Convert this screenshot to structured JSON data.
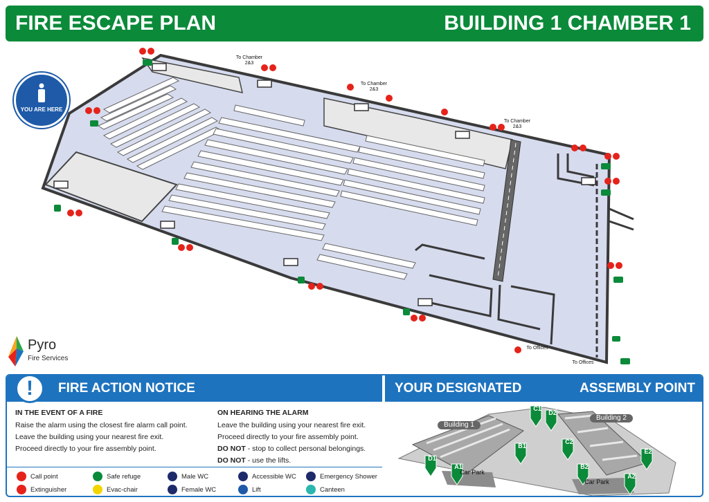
{
  "header": {
    "title_left": "FIRE ESCAPE PLAN",
    "title_right": "BUILDING 1 CHAMBER 1"
  },
  "map": {
    "you_are_here": "YOU ARE HERE",
    "labels": {
      "to_chamber_a": "To Chamber 2&3",
      "to_chamber_b": "To Chamber 2&3",
      "to_chamber_c": "To Chamber 2&3",
      "to_offices_a": "To Offices",
      "to_offices_b": "To Offices"
    }
  },
  "brand": {
    "name": "Pyro",
    "sub": "Fire Services"
  },
  "notice": {
    "title": "FIRE ACTION NOTICE",
    "event_heading": "IN THE EVENT OF A FIRE",
    "event_lines": [
      "Raise the alarm using the closest fire alarm call point.",
      "Leave the building using your nearest fire exit.",
      "Proceed directly to your fire assembly point."
    ],
    "alarm_heading": "ON HEARING THE ALARM",
    "alarm_lines": [
      "Leave the building using your nearest fire exit.",
      "Proceed directly to your fire assembly point."
    ],
    "donot_label": "DO NOT",
    "donot_1": "- stop to collect personal belongings.",
    "donot_2": "- use the lifts."
  },
  "legend": {
    "call_point": "Call point",
    "extinguisher": "Extinguisher",
    "safe_refuge": "Safe refuge",
    "evac_chair": "Evac-chair",
    "male_wc": "Male WC",
    "female_wc": "Female WC",
    "accessible_wc": "Accessible WC",
    "lift": "Lift",
    "emergency_shower": "Emergency Shower",
    "canteen": "Canteen"
  },
  "assembly": {
    "title_left": "YOUR DESIGNATED",
    "title_right": "ASSEMBLY POINT",
    "building1": "Building 1",
    "building2": "Building 2",
    "car_park_1": "Car Park",
    "car_park_2": "Car Park",
    "points": [
      "C1",
      "D2",
      "B1",
      "C2",
      "D1",
      "A1",
      "B2",
      "A2",
      "E2"
    ]
  },
  "colors": {
    "green": "#0b8a3a",
    "blue": "#1e73be",
    "red": "#e5231b",
    "floor": "#d6dbee",
    "wall": "#3a3a3a"
  }
}
